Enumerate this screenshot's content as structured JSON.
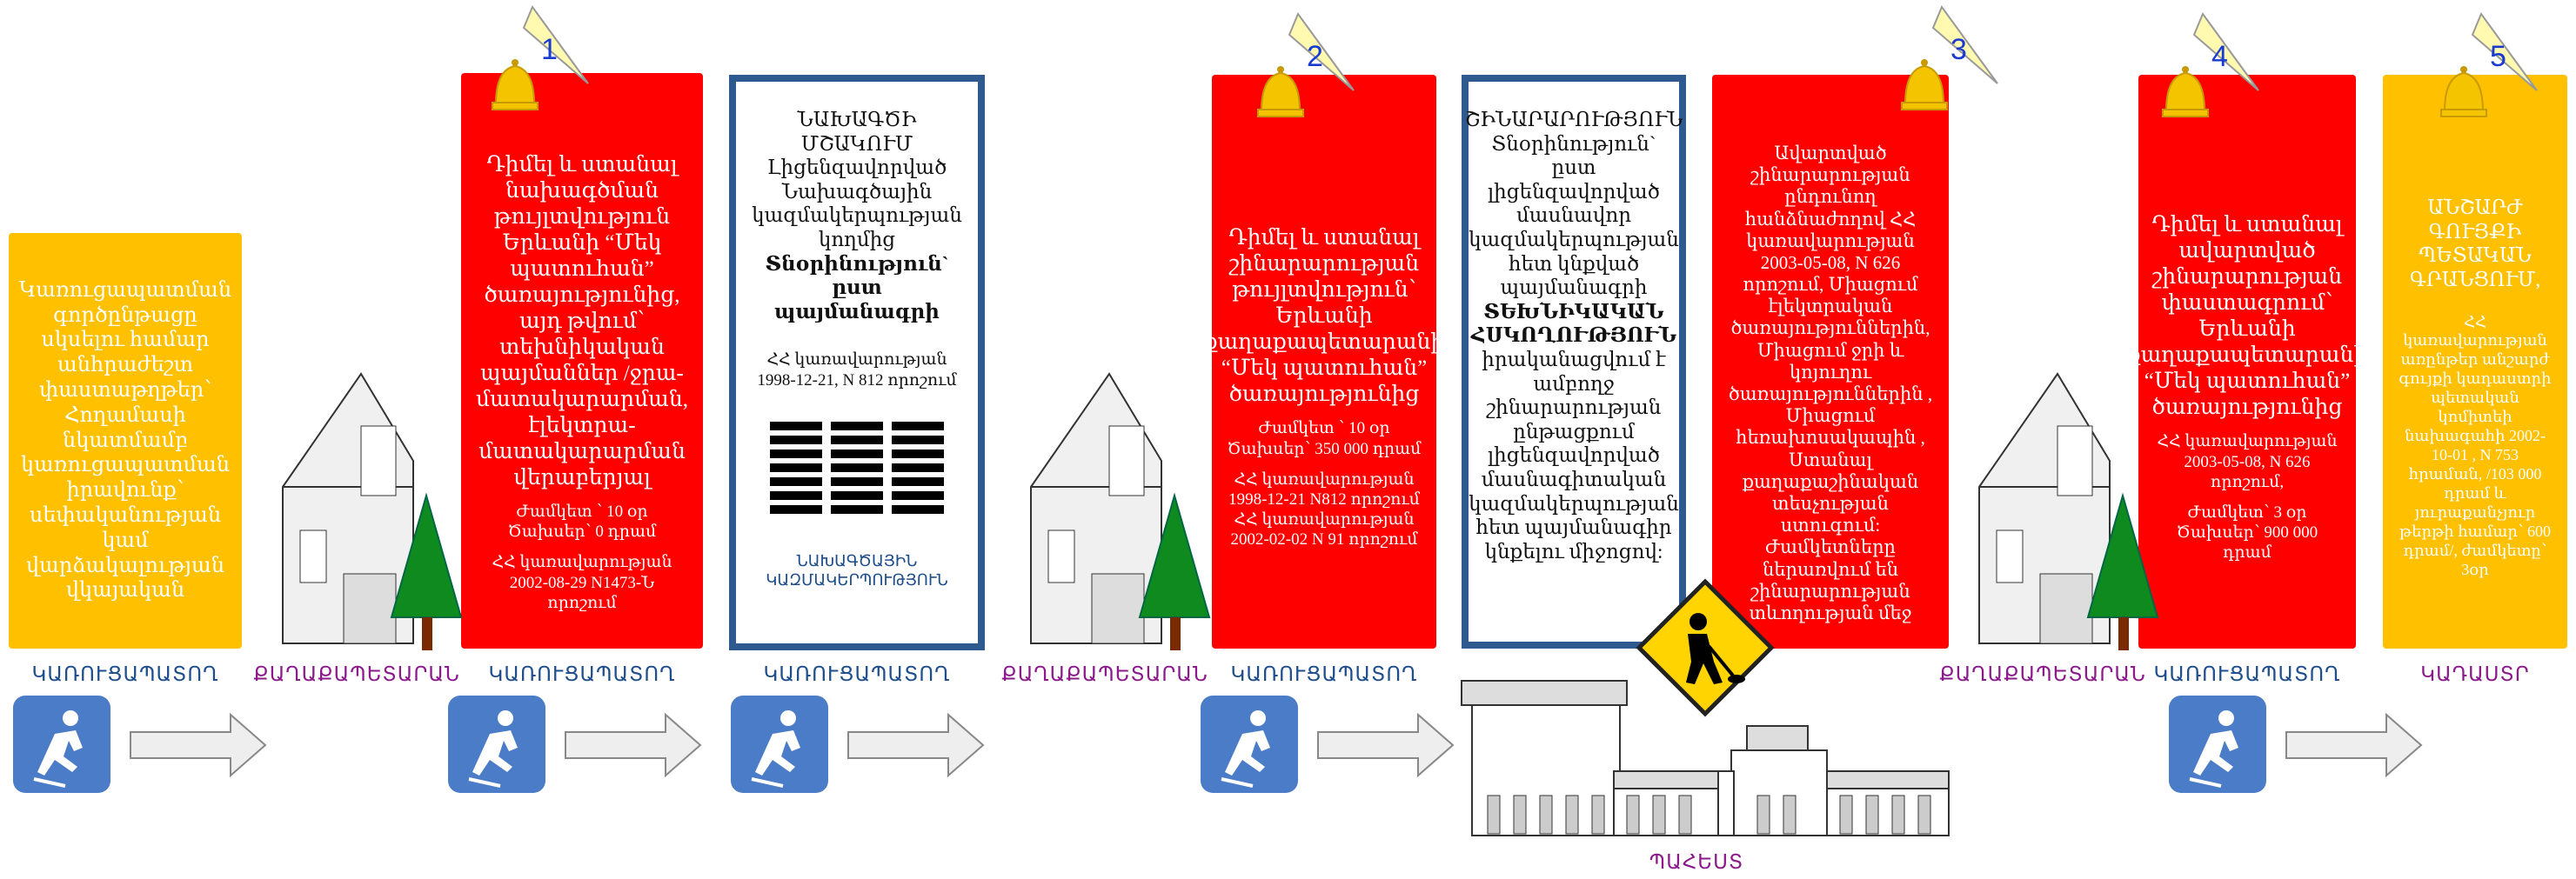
{
  "steps": [
    {
      "label": "ԿԱՌՈՒՑԱՊԱՏՈՂ",
      "role": "developer",
      "text": "Կառուցապատման գործընթացը սկսելու համար անհրաժեշտ փաստաթղթեր՝ Հողամասի նկատմամբ կառուցապատման իրավունք՝ սեփականության կամ վարձակալության վկայական"
    },
    {
      "label": "ՔԱՂԱՔԱՊԵՏԱՐԱՆ",
      "role": "city-hall"
    },
    {
      "number": "1",
      "label": "ԿԱՌՈՒՑԱՊԱՏՈՂ",
      "role": "developer",
      "text": "Դիմել և ստանալ նախագծման թույլտվություն Երևանի “Մեկ պատուհան” ծառայությունից, այդ թվում՝ տեխնիկական պայմաններ /ջրա-մատակարարման, էլեկտրա-մատակարարման վերաբերյալ",
      "fee": "Ժամկետ ՝ 10 օր Ծախսեր՝ 0 դրամ",
      "law": "ՀՀ կառավարության 2002-08-29 N1473-Ն որոշում"
    },
    {
      "label": "ԿԱՌՈՒՑԱՊԱՏՈՂ",
      "role": "developer",
      "title": "ՆԱԽԱԳԾԻ ՄՇԱԿՈՒՄ",
      "text": "Լիցենզավորված Նախագծային կազմակերպության կողմից",
      "bold": "Տնօրինություն` ըստ պայմանագրի",
      "law": "ՀՀ կառավարության 1998-12-21, N 812 որոշում",
      "org": "ՆԱԽԱԳԾԱՅԻՆ ԿԱԶՄԱԿԵՐՊՈՒԹՅՈՒՆ"
    },
    {
      "label": "ՔԱՂԱՔԱՊԵՏԱՐԱՆ",
      "role": "city-hall"
    },
    {
      "number": "2",
      "label": "ԿԱՌՈՒՑԱՊԱՏՈՂ",
      "role": "developer",
      "text": "Դիմել և ստանալ շինարարության թույլտվություն՝ Երևանի քաղաքապետարանի “Մեկ պատուհան” ծառայությունից",
      "fee": "Ժամկետ ՝ 10 օր Ծախսեր՝ 350 000 դրամ",
      "law": "ՀՀ կառավարության 1998-12-21 N812 որոշում ՀՀ կառավարության 2002-02-02 N 91 որոշում"
    },
    {
      "label": "ՊԱՀԵՍՏ",
      "role": "warehouse",
      "title": "ՇԻՆԱՐԱՐՈՒԹՅՈՒՆ",
      "text": "Տնօրինություն` ըստ լիցենզավորված մասնավոր կազմակերպության հետ կնքված պայմանագրի",
      "bold": "ՏԵԽՆԻԿԱԿԱՆ ՀՍԿՈՂՈՒԹՅՈՒՆ",
      "text2": "իրականացվում է ամբողջ շինարարության ընթացքում լիցենզավորված մասնագիտական կազմակերպության հետ պայմանագիր կնքելու միջոցով:"
    },
    {
      "number": "3",
      "text": "Ավարտված շինարարության ընդունող հանձնաժողով ՀՀ կառավարության 2003-05-08, N 626 որոշում, Միացում էլեկտրական ծառայություններին, Միացում ջրի և կոյուղու ծառայություններին , Միացում հեռախոսակապին , Ստանալ քաղաքաշինական տեսչության ստուգում: Ժամկետները ներառվում են շինարարության տևողության մեջ"
    },
    {
      "label": "ՔԱՂԱՔԱՊԵՏԱՐԱՆ",
      "role": "city-hall"
    },
    {
      "number": "4",
      "label": "ԿԱՌՈՒՑԱՊԱՏՈՂ",
      "role": "developer",
      "text": "Դիմել և ստանալ ավարտված շինարարության փաստագրում՝ Երևանի քաղաքապետարանի “Մեկ պատուհան” ծառայությունից",
      "law": "ՀՀ կառավարության 2003-05-08, N 626 որոշում,",
      "fee": "Ժամկետ՝ 3 օր Ծախսեր՝ 900 000 դրամ"
    },
    {
      "number": "5",
      "label": "ԿԱԴԱՍՏՐ",
      "role": "cadastre",
      "title": "ԱՆՇԱՐԺ ԳՈՒՅՔԻ ՊԵՏԱԿԱՆ ԳՐԱՆՑՈՒՄ,",
      "text": "ՀՀ կառավարության առընթեր անշարժ գույքի կադաստրի պետական կոմիտեի նախագահի 2002-10-01 , N 753 հրաման, /103 000 դրամ և յուրաքանչյուր թերթի համար՝ 600 դրամ/, ժամկետը՝ 3օր"
    }
  ],
  "colors": {
    "red": "#ff0000",
    "yellow": "#ffc000",
    "blue_border": "#2e5a8f",
    "icon_blue": "#4a7cc7",
    "label_blue": "#1f4e8c",
    "label_purple": "#8b1a8b"
  },
  "icons": [
    "skater-icon",
    "arrow-right-icon",
    "bell-icon",
    "house-icon",
    "tree-icon",
    "building-icon",
    "construction-sign-icon",
    "warehouse-icon"
  ]
}
